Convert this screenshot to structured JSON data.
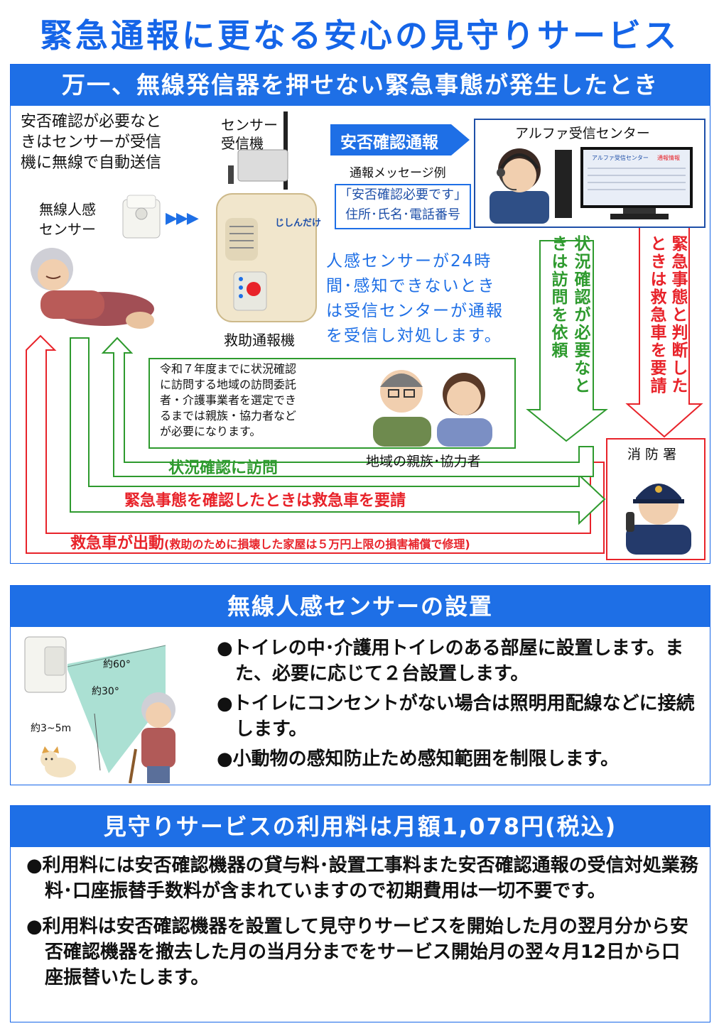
{
  "title": "緊急通報に更なる安心の見守りサービス",
  "section1": {
    "header": "万一、無線発信器を押せない緊急事態が発生したとき",
    "auto_send_text": [
      "安否確認が必要なと",
      "きはセンサーが受信",
      "機に無線で自動送信"
    ],
    "sensor_receiver_label": [
      "センサー",
      "受信機"
    ],
    "wireless_sensor_label": [
      "無線人感",
      "センサー"
    ],
    "arrows_glyph": "▶▶▶",
    "unit_brand": "じしんだけ",
    "rescue_unit_label": "救助通報機",
    "safety_report_badge": "安否確認通報",
    "message_example_label": "通報メッセージ例",
    "message_example_lines": [
      "「安否確認必要です」",
      "住所･氏名･電話番号"
    ],
    "receiving_center_label": "アルファ受信センター",
    "screen_title": "アルファ受信センター",
    "screen_tag": "通報情報",
    "sensor_24h_text": [
      "人感センサーが24時",
      "間･感知できないとき",
      "は受信センターが通報",
      "を受信し対処します。"
    ],
    "visit_request_text": "状況確認が必要なときは訪問を依頼",
    "ambulance_decision_text": "緊急事態と判断したときは救急車を要請",
    "note_text": [
      "令和７年度までに状況確認",
      "に訪問する地域の訪問委託",
      "者・介護事業者を選定でき",
      "るまでは親族・協力者など",
      "が必要になります。"
    ],
    "relatives_label": "地域の親族･協力者",
    "fire_station_label": "消 防 署",
    "visit_label": "状況確認に訪問",
    "emergency_confirm_label": "緊急事態を確認したときは救急車を要請",
    "ambulance_dispatch_main": "救急車が出動",
    "ambulance_dispatch_note": "(救助のために損壊した家屋は５万円上限の損害補償で修理)"
  },
  "section2": {
    "header": "無線人感センサーの設置",
    "angle1": "約60°",
    "angle2": "約30°",
    "distance": "約3~5m",
    "bullets": [
      "●トイレの中･介護用トイレのある部屋に設置します。また、必要に応じて２台設置します。",
      "●トイレにコンセントがない場合は照明用配線などに接続します。",
      "●小動物の感知防止ため感知範囲を制限します。"
    ]
  },
  "section3": {
    "header": "見守りサービスの利用料は月額1,078円(税込)",
    "bullets": [
      "●利用料には安否確認機器の貸与料･設置工事料また安否確認通報の受信対処業務料･口座振替手数料が含まれていますので初期費用は一切不要です。",
      "●利用料は安否確認機器を設置して見守りサービスを開始した月の翌月分から安否確認機器を撤去した月の当月分までをサービス開始月の翌々月12日から口座振替いたします。"
    ]
  },
  "colors": {
    "brand_blue": "#1e6fe6",
    "title_blue": "#1565e8",
    "emergency_red": "#e8232a",
    "visit_green": "#2e9a2e"
  }
}
